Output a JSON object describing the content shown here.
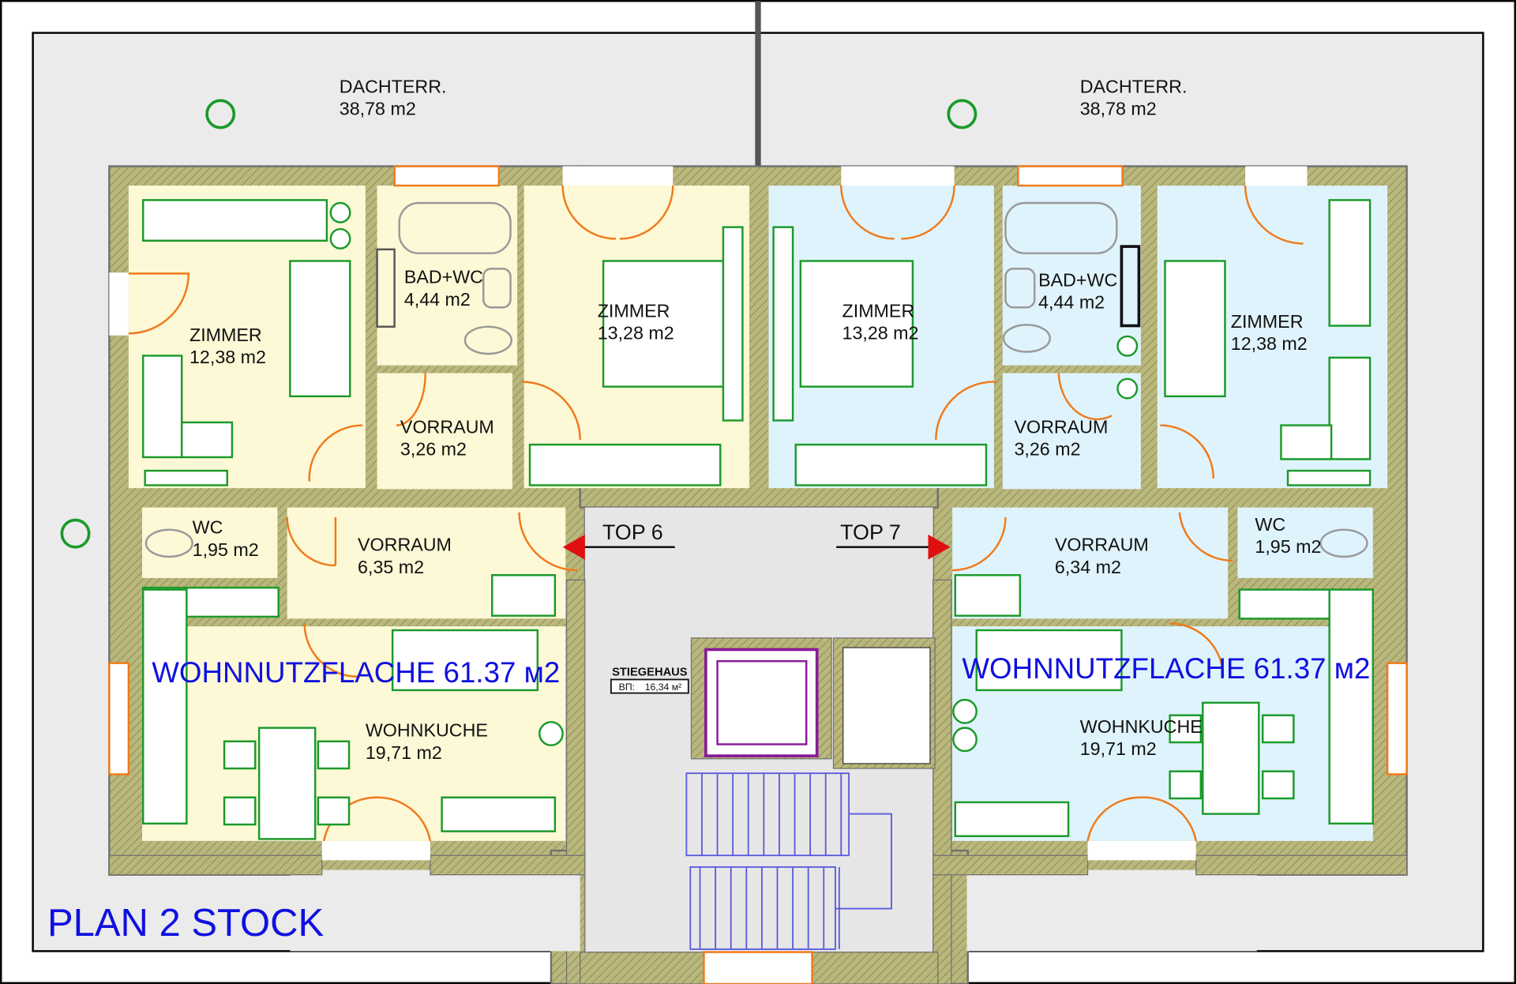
{
  "plan_title": "PLAN  2  STOCK",
  "terraces": [
    {
      "name": "DACHTERR.",
      "area": "38,78 m2"
    },
    {
      "name": "DACHTERR.",
      "area": "38,78 m2"
    }
  ],
  "units": [
    {
      "label": "TOP 6",
      "total_area": "WOHNNUTZFLACHE 61.37 м2",
      "rooms": [
        {
          "name": "ZIMMER",
          "area": "12,38 m2"
        },
        {
          "name": "BAD+WC",
          "area": "4,44 m2"
        },
        {
          "name": "ZIMMER",
          "area": "13,28 m2"
        },
        {
          "name": "VORRAUM",
          "area": "3,26 m2"
        },
        {
          "name": "WC",
          "area": "1,95 m2"
        },
        {
          "name": "VORRAUM",
          "area": "6,35 m2"
        },
        {
          "name": "WOHNKUCHE",
          "area": "19,71 m2"
        }
      ]
    },
    {
      "label": "TOP 7",
      "total_area": "WOHNNUTZFLACHE 61.37 м2",
      "rooms": [
        {
          "name": "ZIMMER",
          "area": "13,28 m2"
        },
        {
          "name": "BAD+WC",
          "area": "4,44 m2"
        },
        {
          "name": "ZIMMER",
          "area": "12,38 m2"
        },
        {
          "name": "VORRAUM",
          "area": "3,26 m2"
        },
        {
          "name": "VORRAUM",
          "area": "6,34 m2"
        },
        {
          "name": "WC",
          "area": "1,95 m2"
        },
        {
          "name": "WOHNKUCHE",
          "area": "19,71 m2"
        }
      ]
    }
  ],
  "stairwell": {
    "name": "STIEGEHAUS",
    "area_label": "ВП:",
    "area": "16,34 м²"
  },
  "colors": {
    "unit_top6": "#fdf8d6",
    "unit_top7": "#dff3fc",
    "terrace": "#ebebeb",
    "wall": "#b2b07a",
    "labels_blue": "#1010e0",
    "furniture": "#1a9a2a",
    "doors": "#f07a1a",
    "arrow": "#e01010"
  }
}
